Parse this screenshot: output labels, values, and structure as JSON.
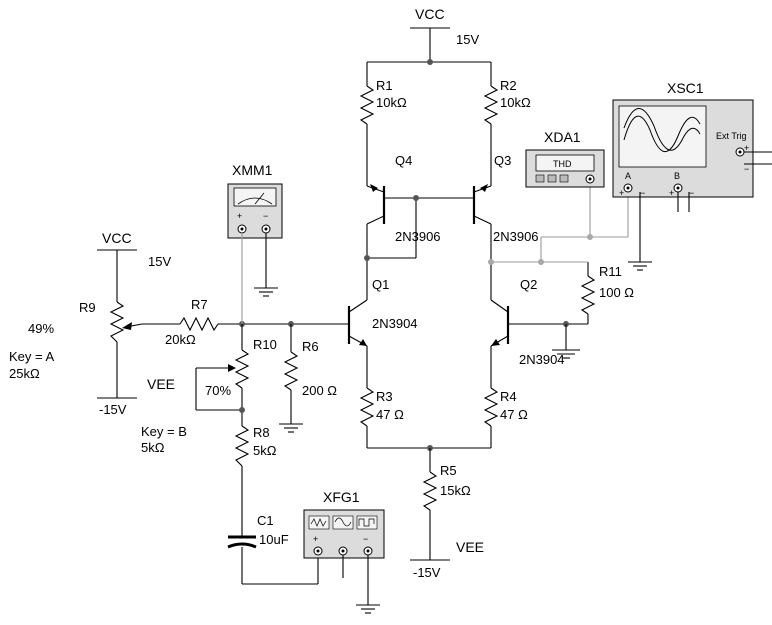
{
  "supply": {
    "vcc_top": "VCC",
    "vcc_top_value": "15V",
    "vcc_left": "VCC",
    "vcc_left_value": "15V",
    "vee_left": "VEE",
    "vee_left_value": "-15V",
    "vee_bottom": "VEE",
    "vee_bottom_value": "-15V"
  },
  "resistors": {
    "r1": {
      "name": "R1",
      "value": "10kΩ"
    },
    "r2": {
      "name": "R2",
      "value": "10kΩ"
    },
    "r3": {
      "name": "R3",
      "value": "47 Ω"
    },
    "r4": {
      "name": "R4",
      "value": "47 Ω"
    },
    "r5": {
      "name": "R5",
      "value": "15kΩ"
    },
    "r6": {
      "name": "R6",
      "value": "200 Ω"
    },
    "r7": {
      "name": "R7",
      "value": "20kΩ"
    },
    "r8": {
      "name": "R8",
      "value": "5kΩ"
    },
    "r11": {
      "name": "R11",
      "value": "100 Ω"
    }
  },
  "pots": {
    "r9": {
      "name": "R9",
      "percent": "49%",
      "key": "Key = A",
      "value": "25kΩ"
    },
    "r10": {
      "name": "R10",
      "percent": "70%",
      "key": "Key = B",
      "value": "5kΩ"
    }
  },
  "capacitor": {
    "name": "C1",
    "value": "10uF"
  },
  "transistors": {
    "q1": {
      "name": "Q1",
      "model": "2N3904"
    },
    "q2": {
      "name": "Q2",
      "model": "2N3904"
    },
    "q3": {
      "name": "Q3",
      "model": "2N3906"
    },
    "q4": {
      "name": "Q4",
      "model": "2N3906"
    }
  },
  "instruments": {
    "xmm1": {
      "name": "XMM1",
      "plus": "+",
      "minus": "−"
    },
    "xda1": {
      "name": "XDA1",
      "screen": "THD"
    },
    "xfg1": {
      "name": "XFG1",
      "plus": "+",
      "minus": "−"
    },
    "xsc1": {
      "name": "XSC1",
      "ext_trig": "Ext Trig",
      "ch_a": "A",
      "ch_b": "B",
      "plus": "+",
      "minus": "−"
    }
  }
}
